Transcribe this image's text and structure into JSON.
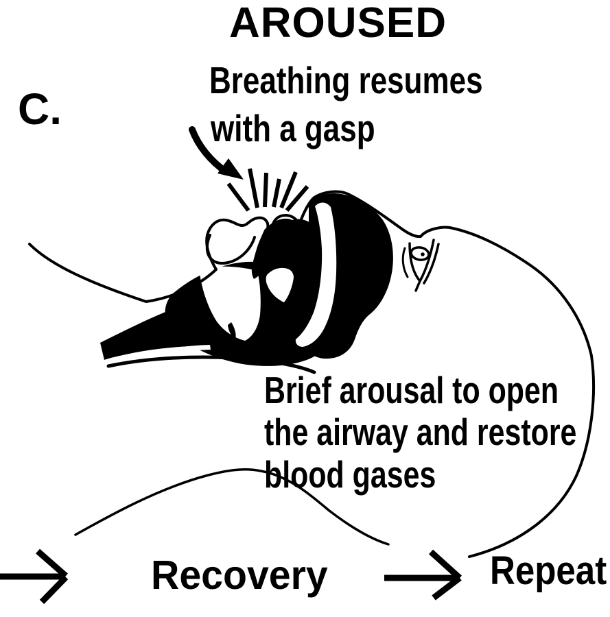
{
  "header": {
    "title": "AROUSED"
  },
  "panel": {
    "label": "C."
  },
  "callouts": {
    "breathing": {
      "line1": "Breathing resumes",
      "line2": "with a gasp"
    },
    "arousal": {
      "line1": "Brief arousal to open",
      "line2": "the airway and restore",
      "line3": "blood gases"
    }
  },
  "flow": {
    "recovery_label": "Recovery",
    "repeat_label": "Repeat"
  },
  "icons": {
    "annotation_arrow": "curved-arrow-icon",
    "gasp_burst": "gasp-lines-icon",
    "flow_arrow_left": "right-arrow-icon",
    "flow_arrow_right": "right-arrow-icon"
  },
  "colors": {
    "ink": "#000000",
    "paper": "#ffffff"
  }
}
